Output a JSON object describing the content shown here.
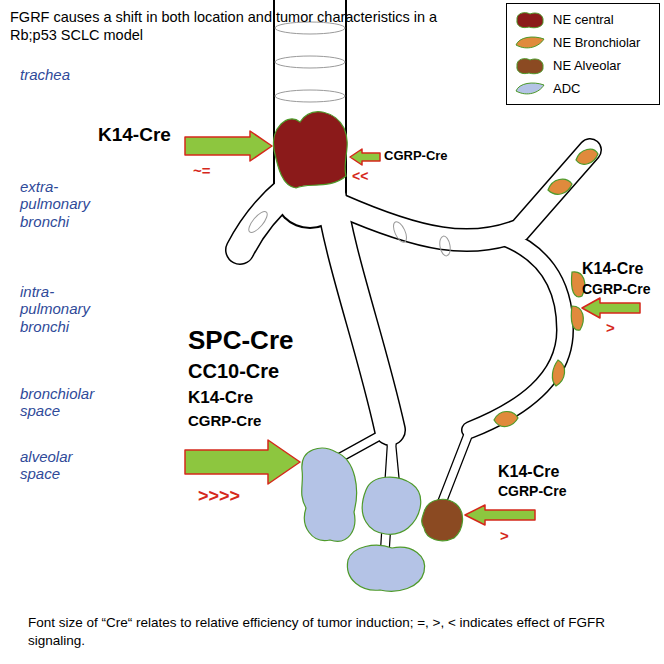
{
  "diagram": {
    "title": "FGRF causes a shift in both location and tumor characteristics in a Rb;p53 SCLC model",
    "caption": "Font size of “Cre“ relates to relative efficiency of tumor induction; =, >, < indicates effect of FGFR signaling.",
    "labels": [
      "trachea",
      "K14-Cre",
      "~=",
      "CGRP-Cre",
      "<<",
      "extra- pulmonary bronchi",
      "K14-Cre",
      "CGRP-Cre",
      ">",
      "intra- pulmonary bronchi",
      "SPC-Cre",
      "CC10-Cre",
      "K14-Cre",
      "CGRP-Cre",
      "bronchiolar space",
      "alveolar space",
      ">>>>",
      "K14-Cre",
      "CGRP-Cre",
      ">"
    ],
    "legend": [
      {
        "text": "NE central",
        "color": "#8b1a1a"
      },
      {
        "text": "NE Bronchiolar",
        "color": "#e08a3c"
      },
      {
        "text": "NE Alveolar",
        "color": "#8b4a22"
      },
      {
        "text": "ADC",
        "color": "#b4c3e6"
      }
    ]
  }
}
